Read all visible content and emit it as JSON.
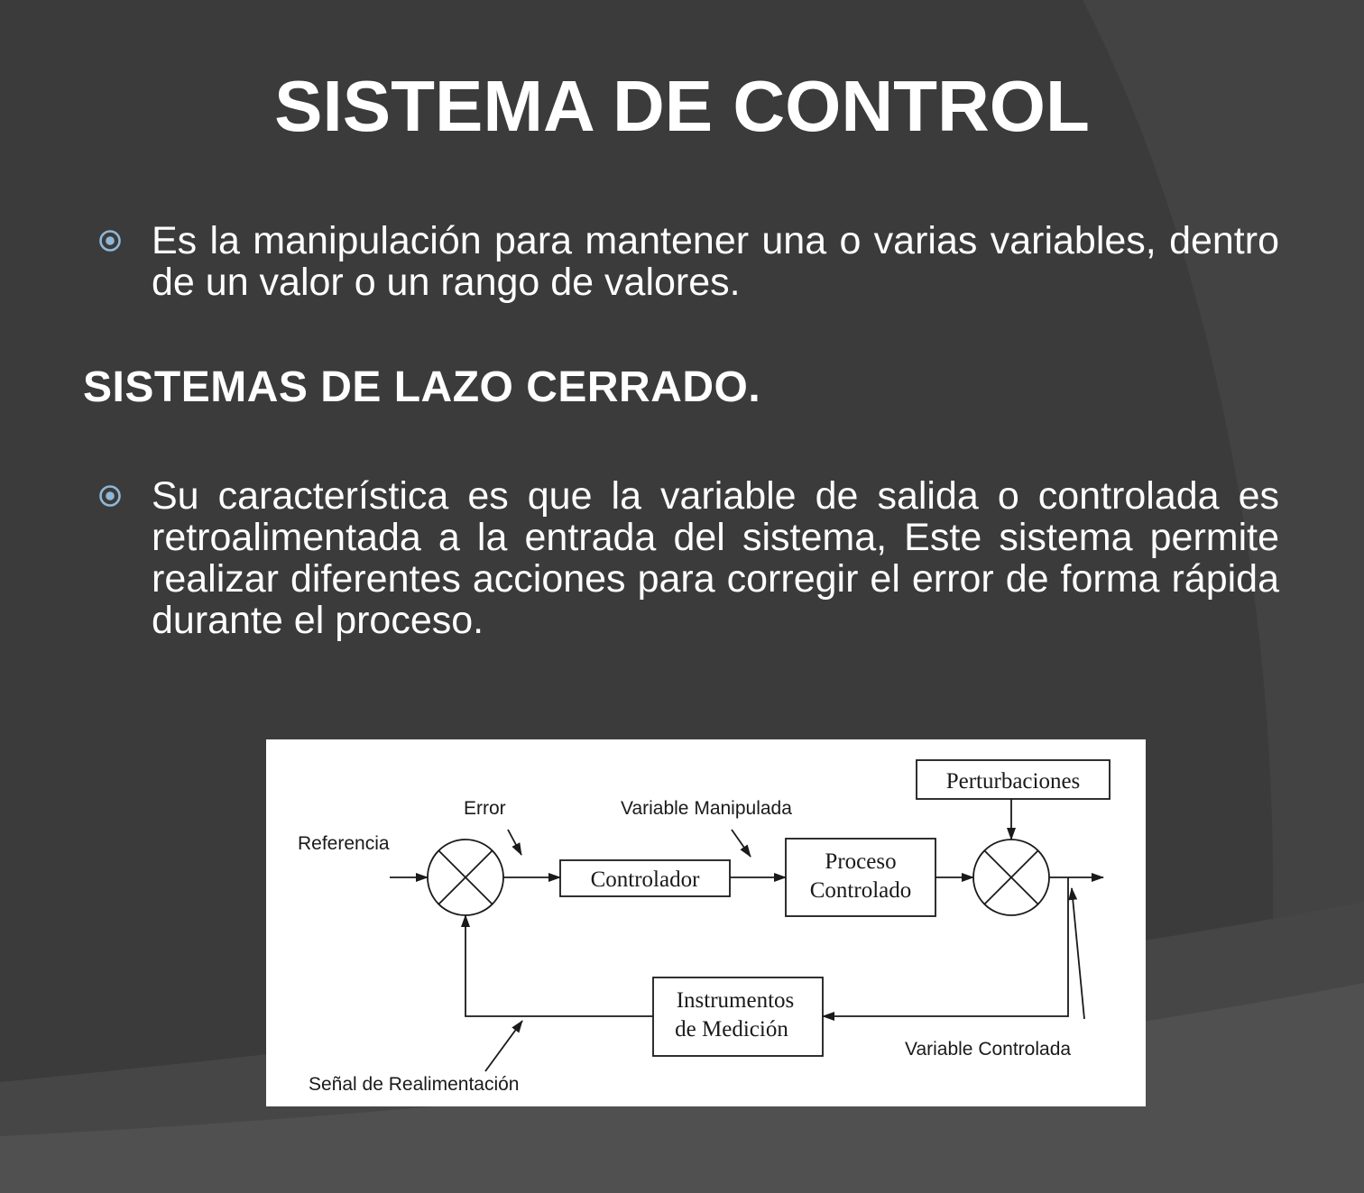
{
  "slide": {
    "title": "SISTEMA DE CONTROL",
    "bullet_1": "Es la manipulación para mantener una o varias variables, dentro de un valor o un rango de valores.",
    "subheading": "SISTEMAS DE LAZO CERRADO.",
    "bullet_2": "Su característica es que la variable de salida o controlada es retroalimentada a la entrada del sistema, Este sistema permite realizar diferentes acciones para corregir el error de forma rápida durante el proceso."
  },
  "diagram": {
    "labels": {
      "referencia": "Referencia",
      "error": "Error",
      "variable_manipulada": "Variable Manipulada",
      "variable_controlada": "Variable Controlada",
      "senal_realimentacion": "Señal de Realimentación"
    },
    "blocks": {
      "perturbaciones": "Perturbaciones",
      "controlador": "Controlador",
      "proceso_line1": "Proceso",
      "proceso_line2": "Controlado",
      "instrumentos_line1": "Instrumentos",
      "instrumentos_line2": "de Medición"
    }
  },
  "colors": {
    "background": "#3b3b3b",
    "background_shape": "#484848",
    "bullet_accent": "#8fb7d6"
  }
}
